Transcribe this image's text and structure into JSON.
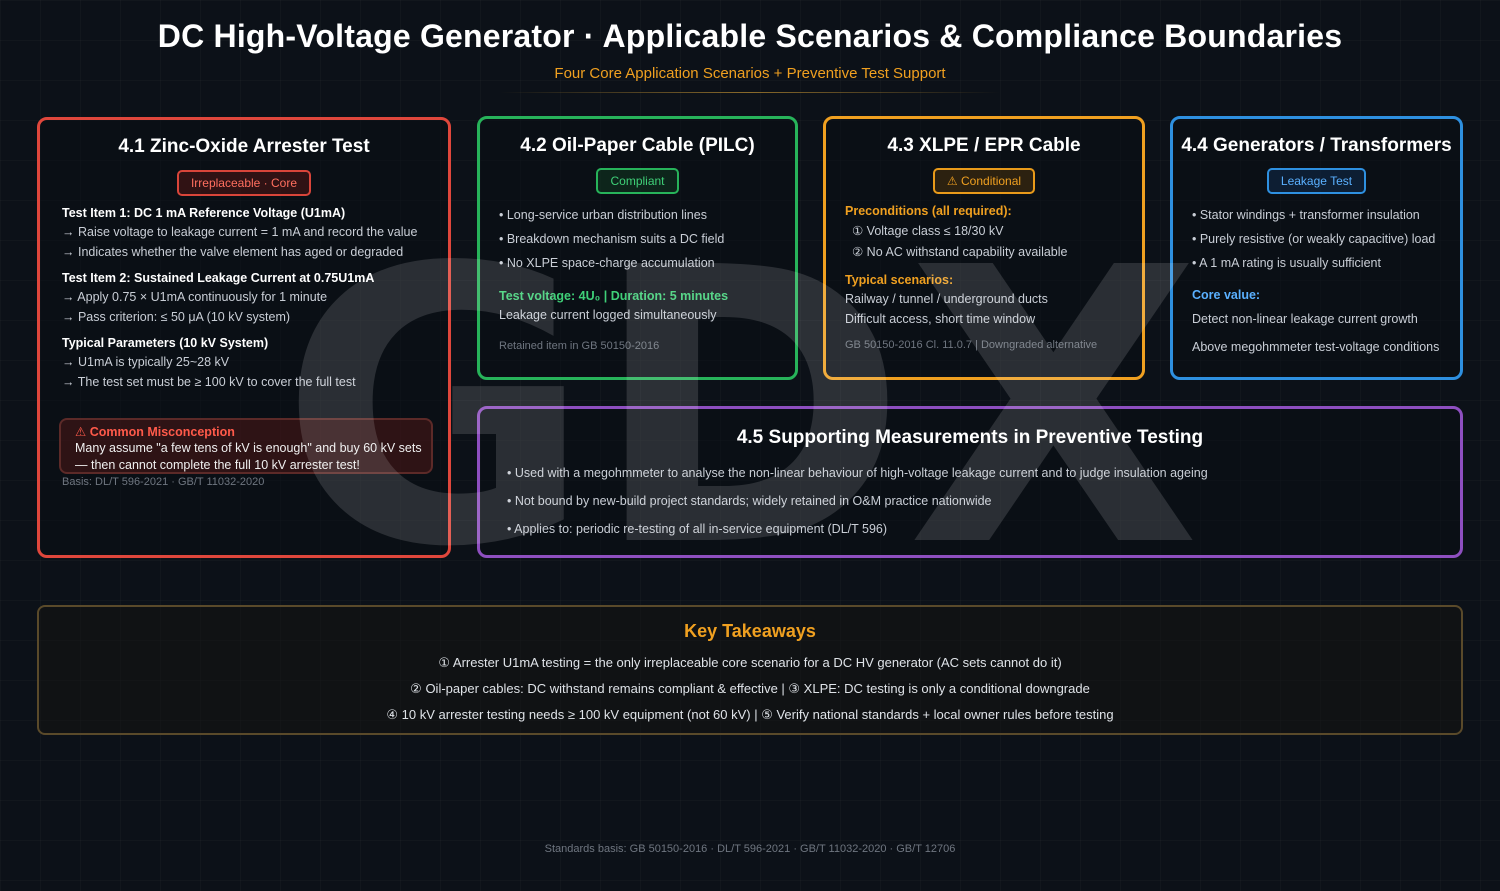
{
  "header": {
    "title": "DC High-Voltage Generator · Applicable Scenarios & Compliance Boundaries",
    "subtitle": "Four Core Application Scenarios + Preventive Test Support"
  },
  "cards": {
    "arrester": {
      "title": "4.1 Zinc-Oxide Arrester Test",
      "badge": "Irreplaceable · Core",
      "item1_head": "Test Item 1: DC 1 mA Reference Voltage (U1mA)",
      "item1_lines": [
        "→ Raise voltage to leakage current = 1 mA and record the value",
        "→ Indicates whether the valve element has aged or degraded"
      ],
      "item2_head": "Test Item 2: Sustained Leakage Current at 0.75U1mA",
      "item2_lines": [
        "→ Apply 0.75 × U1mA continuously for 1 minute",
        "→ Pass criterion: ≤ 50 μA (10 kV system)"
      ],
      "params_head": "Typical Parameters (10 kV System)",
      "params_lines": [
        "→ U1mA is typically 25~28 kV",
        "→ The test set must be ≥ 100 kV to cover the full test"
      ],
      "misconception_title": "Common Misconception",
      "misconception_lines": [
        "Many assume \"a few tens of kV is enough\" and buy 60 kV sets",
        "— then cannot complete the full 10 kV arrester test!"
      ],
      "basis": "Basis: DL/T 596-2021 · GB/T 11032-2020"
    },
    "pilc": {
      "title": "4.2 Oil-Paper Cable (PILC)",
      "badge": "Compliant",
      "bullets": [
        "• Long-service urban distribution lines",
        "• Breakdown mechanism suits a DC field",
        "• No XLPE space-charge accumulation"
      ],
      "test_head": "Test voltage: 4U₀ | Duration: 5 minutes",
      "test_line": "Leakage current logged simultaneously",
      "note": "Retained item in GB 50150-2016"
    },
    "xlpe": {
      "title": "4.3 XLPE / EPR Cable",
      "badge": "Conditional",
      "pre_head": "Preconditions (all required):",
      "pre_lines": [
        "① Voltage class ≤ 18/30 kV",
        "② No AC withstand capability available"
      ],
      "typ_head": "Typical scenarios:",
      "typ_lines": [
        "Railway / tunnel / underground ducts",
        "Difficult access, short time window"
      ],
      "note": "GB 50150-2016 Cl. 11.0.7 | Downgraded alternative"
    },
    "gen": {
      "title": "4.4 Generators / Transformers",
      "badge": "Leakage Test",
      "bullets": [
        "• Stator windings + transformer insulation",
        "• Purely resistive (or weakly capacitive) load",
        "• A 1 mA rating is usually sufficient"
      ],
      "core_head": "Core value:",
      "core_lines": [
        "Detect non-linear leakage current growth",
        "Above megohmmeter test-voltage conditions"
      ]
    },
    "preventive": {
      "title": "4.5 Supporting Measurements in Preventive Testing",
      "bullets": [
        "• Used with a megohmmeter to analyse the non-linear behaviour of high-voltage leakage current and to judge insulation ageing",
        "• Not bound by new-build project standards; widely retained in O&M practice nationwide",
        "• Applies to: periodic re-testing of all in-service equipment (DL/T 596)"
      ]
    }
  },
  "takeaways": {
    "title": "Key Takeaways",
    "lines": [
      "① Arrester U1mA testing = the only irreplaceable core scenario for a DC HV generator (AC sets cannot do it)",
      "② Oil-paper cables: DC withstand remains compliant & effective | ③ XLPE: DC testing is only a conditional downgrade",
      "④ 10 kV arrester testing needs ≥ 100 kV equipment (not 60 kV) | ⑤ Verify national standards + local owner rules before testing"
    ]
  },
  "footer": "Standards basis: GB 50150-2016 · DL/T 596-2021 · GB/T 11032-2020 · GB/T 12706",
  "watermark": "GDX",
  "colors": {
    "red": "#e0473c",
    "green": "#27b35a",
    "orange": "#f0a020",
    "blue": "#2e90e0",
    "purple": "#8e4fc0"
  },
  "icons": {
    "warning": "warning-icon"
  }
}
